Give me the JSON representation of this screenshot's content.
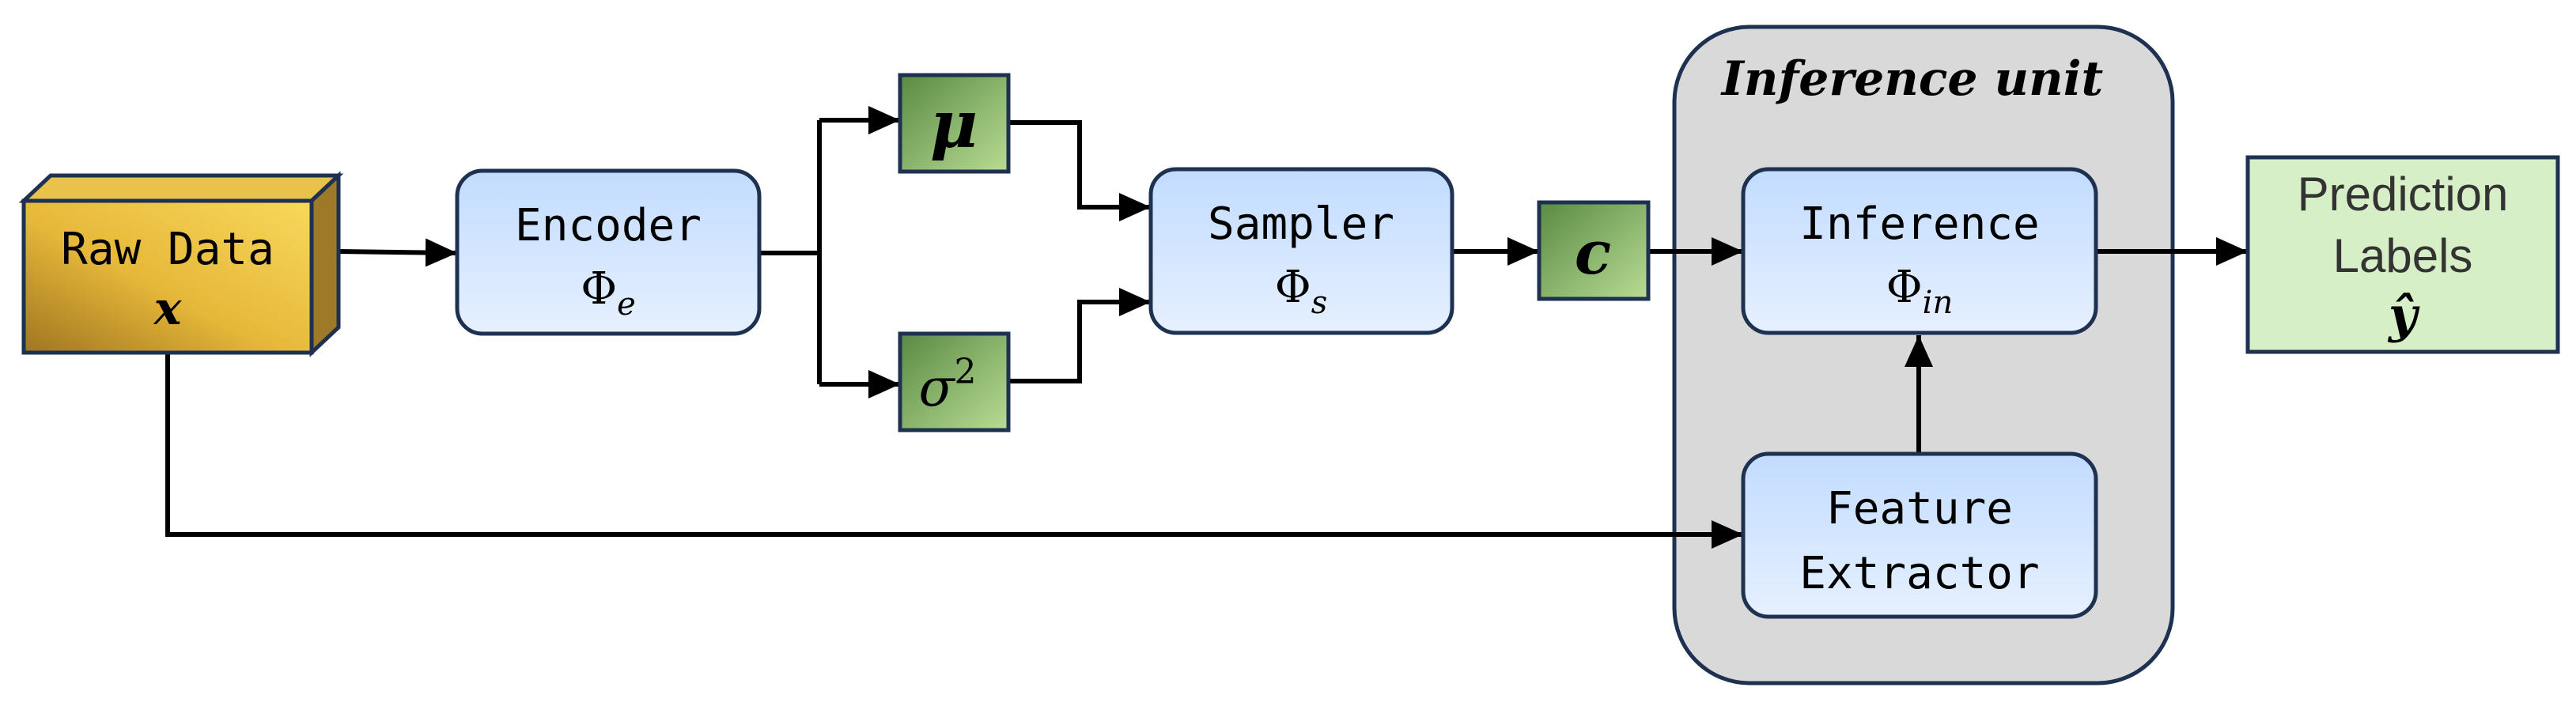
{
  "raw_data": {
    "label": "Raw Data",
    "symbol": "x"
  },
  "encoder": {
    "label": "Encoder",
    "symbol_base": "Φ",
    "symbol_sub": "e"
  },
  "mu": {
    "symbol": "μ"
  },
  "sigma": {
    "symbol_base": "σ",
    "symbol_sup": "2"
  },
  "sampler": {
    "label": "Sampler",
    "symbol_base": "Φ",
    "symbol_sub": "s"
  },
  "c_node": {
    "symbol": "c"
  },
  "inference_unit": {
    "title": "Inference unit"
  },
  "inference": {
    "label": "Inference",
    "symbol_base": "Φ",
    "symbol_sub": "in"
  },
  "feature_extractor": {
    "line1": "Feature",
    "line2": "Extractor"
  },
  "prediction": {
    "line1": "Prediction",
    "line2": "Labels",
    "symbol": "ŷ"
  },
  "colors": {
    "blue_box_top": "#c8e0ff",
    "blue_box_bottom": "#e3efff",
    "box_stroke": "#1f3150",
    "green_dark": "#5f8f47",
    "green_light": "#b4d98f",
    "gold_dark": "#a57a1f",
    "gold_light": "#f6d053",
    "panel_fill": "#d9d9d9",
    "prediction_fill": "#d9f0c8"
  }
}
